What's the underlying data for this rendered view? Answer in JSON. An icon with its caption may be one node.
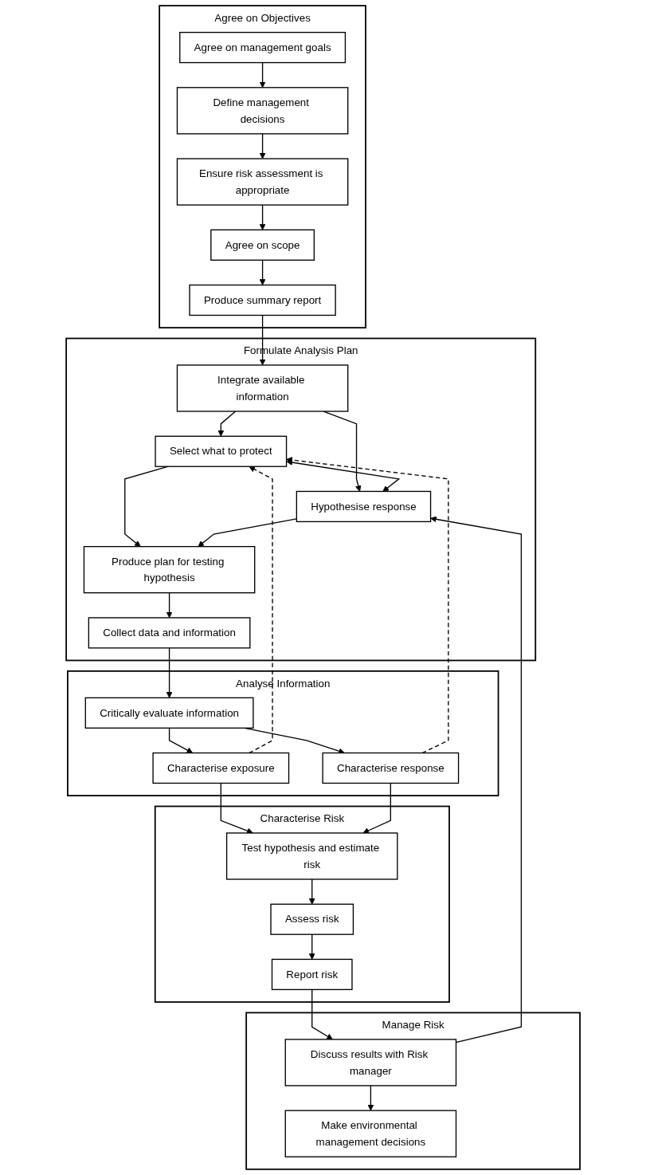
{
  "diagram": {
    "nodes": [
      {
        "text": [
          "Agree on Objectives"
        ]
      },
      {
        "text": [
          "Agree on management goals"
        ],
        "in": 0
      },
      {
        "text": [
          "Define management decisions"
        ],
        "in": 0
      },
      {
        "text": [
          "Ensure risk assessment is appropriate"
        ],
        "in": 0
      },
      {
        "text": [
          "Agree on scope"
        ],
        "in": 0
      },
      {
        "text": [
          "Produce summary report"
        ],
        "in": 0
      },
      {
        "text": [
          "Formulate Analysis Plan"
        ]
      },
      {
        "text": [
          "Integrate available information"
        ],
        "in": 6
      },
      {
        "text": [
          "Select what to protect"
        ],
        "in": 6
      },
      {
        "text": [
          "Hypothesise response"
        ],
        "in": 6
      },
      {
        "text": [
          "Produce plan for testing hypothesis"
        ],
        "in": 6
      },
      {
        "text": [
          "Collect data and information"
        ],
        "in": 6
      },
      {
        "text": [
          "Analyse Information"
        ]
      },
      {
        "text": [
          "Critically evaluate information"
        ],
        "in": 12
      },
      {
        "text": [
          "Characterise exposure"
        ],
        "in": 12
      },
      {
        "text": [
          "Characterise response"
        ],
        "in": 12
      },
      {
        "text": [
          "Characterise Risk"
        ]
      },
      {
        "text": [
          "Test hypothesis and estimate risk"
        ],
        "in": 16
      },
      {
        "text": [
          "Assess risk"
        ],
        "in": 16
      },
      {
        "text": [
          "Report risk"
        ],
        "in": 16
      },
      {
        "text": [
          "Manage Risk"
        ]
      },
      {
        "text": [
          "Discuss results with Risk manager"
        ],
        "in": 20
      },
      {
        "text": [
          "Make environmental management decisions"
        ],
        "in": 20
      }
    ],
    "edges": [
      {
        "from": 1,
        "to": 2,
        "arrow": "to"
      },
      {
        "from": 2,
        "to": 3,
        "arrow": "to"
      },
      {
        "from": 3,
        "to": 4,
        "arrow": "to"
      },
      {
        "from": 4,
        "to": 5,
        "arrow": "to"
      },
      {
        "from": 5,
        "to": 7,
        "arrow": "to"
      },
      {
        "from": 7,
        "to": 8,
        "arrow": "to"
      },
      {
        "from": 7,
        "to": 9,
        "arrow": "to"
      },
      {
        "from": 8,
        "to": 9,
        "arrow": "both"
      },
      {
        "from": 8,
        "to": 10,
        "arrow": "to"
      },
      {
        "from": 9,
        "to": 10,
        "arrow": "to"
      },
      {
        "from": 10,
        "to": 11,
        "arrow": "to"
      },
      {
        "from": 11,
        "to": 13,
        "arrow": "to"
      },
      {
        "from": 13,
        "to": 14,
        "arrow": "to"
      },
      {
        "from": 13,
        "to": 15,
        "arrow": "to"
      },
      {
        "from": 14,
        "to": 8,
        "arrow": "to",
        "style": "dashed"
      },
      {
        "from": 15,
        "to": 8,
        "arrow": "to",
        "style": "dashed"
      },
      {
        "from": 14,
        "to": 17,
        "arrow": "to"
      },
      {
        "from": 15,
        "to": 17,
        "arrow": "to"
      },
      {
        "from": 17,
        "to": 18,
        "arrow": "to"
      },
      {
        "from": 18,
        "to": 19,
        "arrow": "to"
      },
      {
        "from": 19,
        "to": 21,
        "arrow": "to"
      },
      {
        "from": 21,
        "to": 9,
        "arrow": "to"
      },
      {
        "from": 21,
        "to": 22,
        "arrow": "to"
      }
    ]
  }
}
